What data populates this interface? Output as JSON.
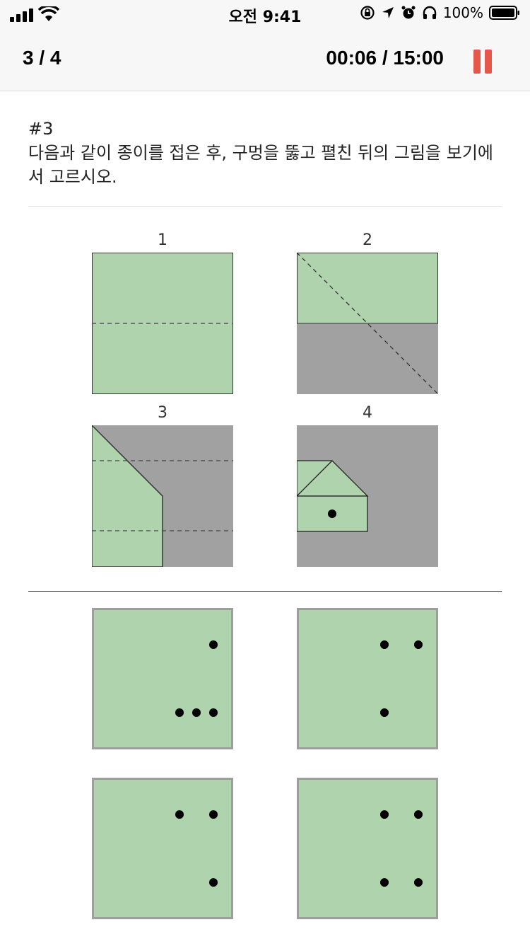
{
  "status_bar": {
    "time": "오전 9:41",
    "battery": "100%",
    "icons": [
      "signal-icon",
      "wifi-icon",
      "rotation-lock-icon",
      "location-icon",
      "alarm-icon",
      "headphones-icon",
      "battery-icon"
    ]
  },
  "header": {
    "progress": "3 / 4",
    "timer": "00:06 / 15:00",
    "pause_icon": "pause-icon",
    "pause_color": "#e4574a"
  },
  "question": {
    "number": "#3",
    "text": "다음과 같이 종이를 접은 후, 구멍을 뚫고 펼친 뒤의 그림을 보기에서 고르시오."
  },
  "steps": [
    {
      "label": "1"
    },
    {
      "label": "2"
    },
    {
      "label": "3"
    },
    {
      "label": "4"
    }
  ],
  "colors": {
    "paper": "#afd3ac",
    "folded": "#a1a1a1",
    "option_border": "#9e9e9e"
  },
  "options": [
    {
      "holes": 4
    },
    {
      "holes": 3
    },
    {
      "holes": 3
    },
    {
      "holes": 4
    }
  ]
}
